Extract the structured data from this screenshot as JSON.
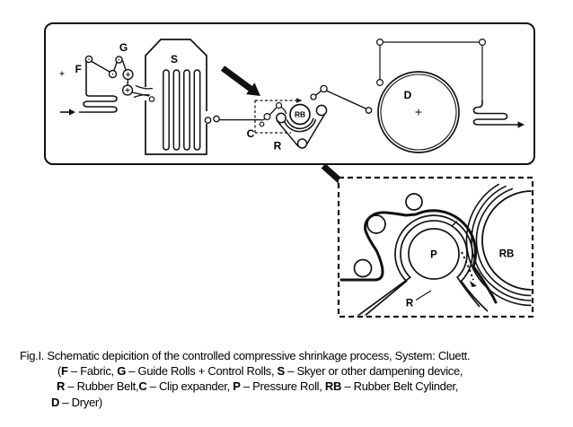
{
  "figure": {
    "caption": {
      "line1": "Fig.I. Schematic depicition of the controlled compressive shrinkage process, System: Cluett.",
      "line2": [
        "(",
        "F",
        " – Fabric, ",
        "G",
        " – Guide Rolls + Control Rolls, ",
        "S",
        " – Skyer or other dampening device,"
      ],
      "line3": [
        "R",
        " – Rubber Belt,",
        "C",
        " – Clip expander, ",
        "P",
        " – Pressure Roll, ",
        "RB",
        " – Rubber Belt Cylinder,"
      ],
      "line4": [
        "D",
        " – Dryer)"
      ]
    },
    "diagram_labels": {
      "fabric": "F",
      "guide_rolls": "G",
      "skyer": "S",
      "clip_expander": "C",
      "rubber_belt": "R",
      "rubber_belt_cylinder": "RB",
      "dryer": "D"
    },
    "inset_labels": {
      "pressure_roll": "P",
      "rubber_belt_cylinder": "RB",
      "rubber_belt": "R"
    },
    "arrows": {
      "input": "right-arrow",
      "output": "right-arrow",
      "callout_main": "thick-diagonal-arrow",
      "callout_inset": "thick-diagonal-arrow",
      "expander_guide": "dashed-right-arrow"
    },
    "colors": {
      "ink": "#111111",
      "paper": "#ffffff"
    }
  }
}
